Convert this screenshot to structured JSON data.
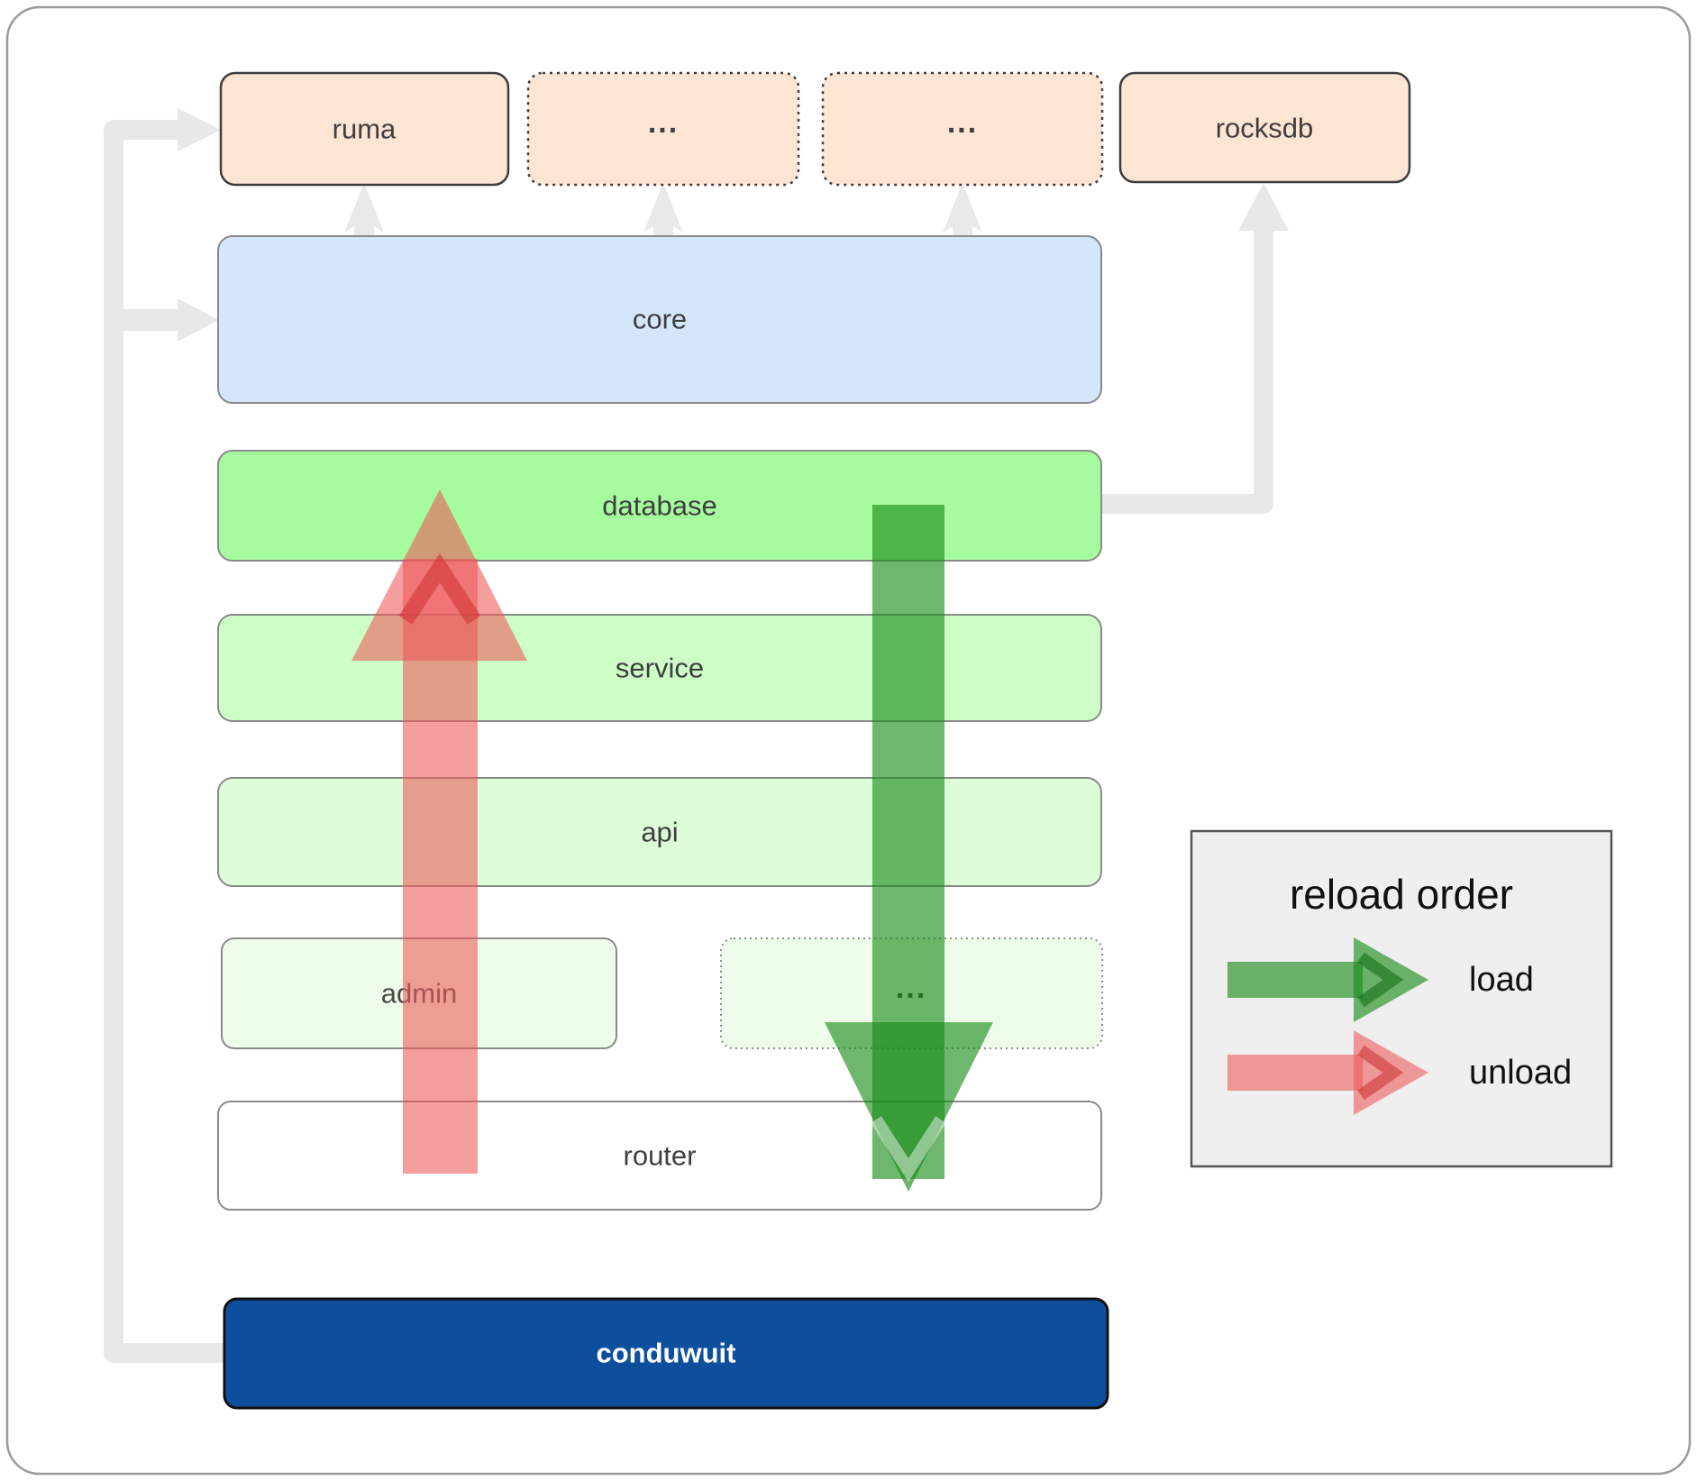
{
  "nodes": {
    "ruma": "ruma",
    "ellipsis1": "...",
    "ellipsis2": "...",
    "rocksdb": "rocksdb",
    "core": "core",
    "database": "database",
    "service": "service",
    "api": "api",
    "admin": "admin",
    "ellipsis3": "...",
    "router": "router",
    "conduwuit": "conduwuit"
  },
  "legend": {
    "title": "reload order",
    "load_label": "load",
    "unload_label": "unload"
  },
  "colors": {
    "module_fill": "#fde5d4",
    "core_fill": "#d4e6fa",
    "database_fill": "#a5fb9e",
    "service_fill": "#cdfec6",
    "api_fill": "#ddfcd8",
    "admin_fill": "#eefdea",
    "router_fill": "#ffffff",
    "conduwuit_fill": "#0e4f9d",
    "connector_gray": "#e8e8e8",
    "load_green": "#168a16",
    "unload_red": "#ee5858",
    "legend_bg": "#efefef"
  }
}
